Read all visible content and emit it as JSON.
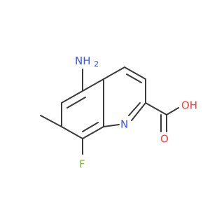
{
  "molecule": {
    "atoms": {
      "amino": {
        "text": "NH",
        "subscript": "2",
        "color": "#3355ff"
      },
      "ring_nitrogen": {
        "text": "N",
        "color": "#3355ff"
      },
      "fluorine": {
        "text": "F",
        "color": "#7dbf39"
      },
      "carbonyl_oxygen": {
        "text": "O",
        "color": "#ff3b3b"
      },
      "hydroxyl": {
        "text": "OH",
        "color": "#ff3b3b"
      }
    }
  }
}
